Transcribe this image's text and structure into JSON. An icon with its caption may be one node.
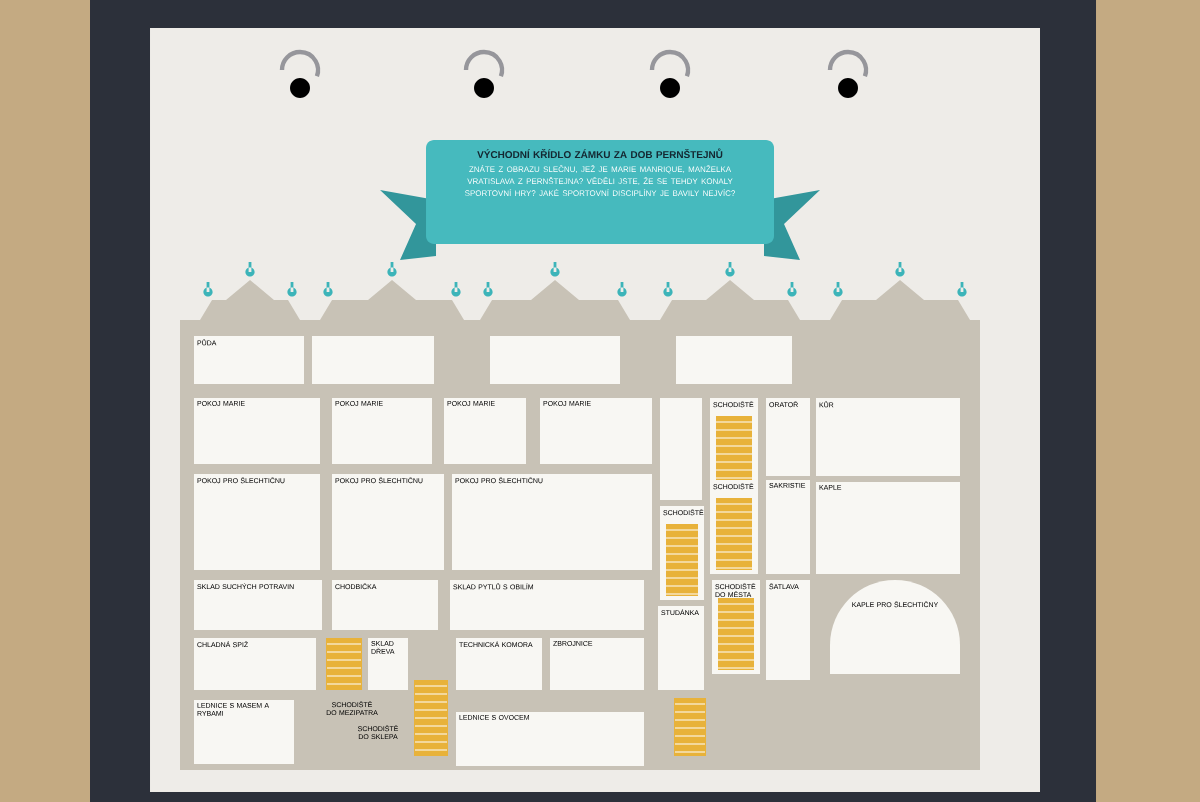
{
  "diagram": {
    "nodes": [
      {
        "text": [
          "VÝCHODNÍ KŘÍDLO ZÁMKU ZA DOB PERNŠTEJNŮ",
          "ZNÁTE Z OBRAZU SLEČNU, JEŽ JE MARIE MANRIQUE, MANŽELKA VRATISLAVA Z PERNŠTEJNA? VĚDĚLI JSTE, ŽE SE TEHDY KONALY SPORTOVNÍ HRY? JAKÉ SPORTOVNÍ DISCIPLÍNY JE BAVILY NEJVÍC?"
        ]
      },
      {
        "text": [
          "PŮDA"
        ]
      },
      {
        "text": [],
        "shape": "box"
      },
      {
        "text": [],
        "shape": "box"
      },
      {
        "text": [],
        "shape": "box"
      },
      {
        "text": [
          "POKOJ MARIE"
        ]
      },
      {
        "text": [
          "POKOJ MARIE"
        ]
      },
      {
        "text": [
          "POKOJ MARIE"
        ]
      },
      {
        "text": [
          "POKOJ MARIE"
        ]
      },
      {
        "text": [],
        "shape": "box"
      },
      {
        "text": [
          "SCHODIŠTĚ"
        ]
      },
      {
        "text": [
          "ORATOŘ"
        ]
      },
      {
        "text": [
          "KŮR"
        ]
      },
      {
        "text": [
          "POKOJ PRO ŠLECHTIČNU"
        ]
      },
      {
        "text": [
          "POKOJ PRO ŠLECHTIČNU"
        ]
      },
      {
        "text": [
          "POKOJ PRO ŠLECHTIČNU"
        ]
      },
      {
        "text": [
          "SCHODIŠTĚ"
        ]
      },
      {
        "text": [
          "SCHODIŠTĚ"
        ]
      },
      {
        "text": [
          "SAKRISTIE"
        ]
      },
      {
        "text": [
          "KAPLE"
        ]
      },
      {
        "text": [
          "SKLAD SUCHÝCH POTRAVIN"
        ]
      },
      {
        "text": [
          "CHODBIČKA"
        ]
      },
      {
        "text": [
          "SKLAD PYTLŮ S OBILÍM"
        ]
      },
      {
        "text": [
          "STUDÁNKA"
        ]
      },
      {
        "text": [
          "SCHODIŠTĚ DO MĚSTA"
        ]
      },
      {
        "text": [
          "ŠATLAVA"
        ]
      },
      {
        "text": [
          "KAPLE PRO ŠLECHTIČNY"
        ]
      },
      {
        "text": [
          "CHLADNÁ SPIŽ"
        ]
      },
      {
        "text": [
          "SKLAD DŘEVA"
        ]
      },
      {
        "text": [
          "TECHNICKÁ KOMORA"
        ]
      },
      {
        "text": [
          "ZBROJNICE"
        ]
      },
      {
        "text": [
          "LEDNICE S MASEM A RYBAMI"
        ]
      },
      {
        "text": [
          "LEDNICE S OVOCEM"
        ]
      }
    ],
    "labels": [
      "SCHODIŠTĚ DO MEZIPATRA",
      "SCHODIŠTĚ DO SKLEPA"
    ]
  }
}
